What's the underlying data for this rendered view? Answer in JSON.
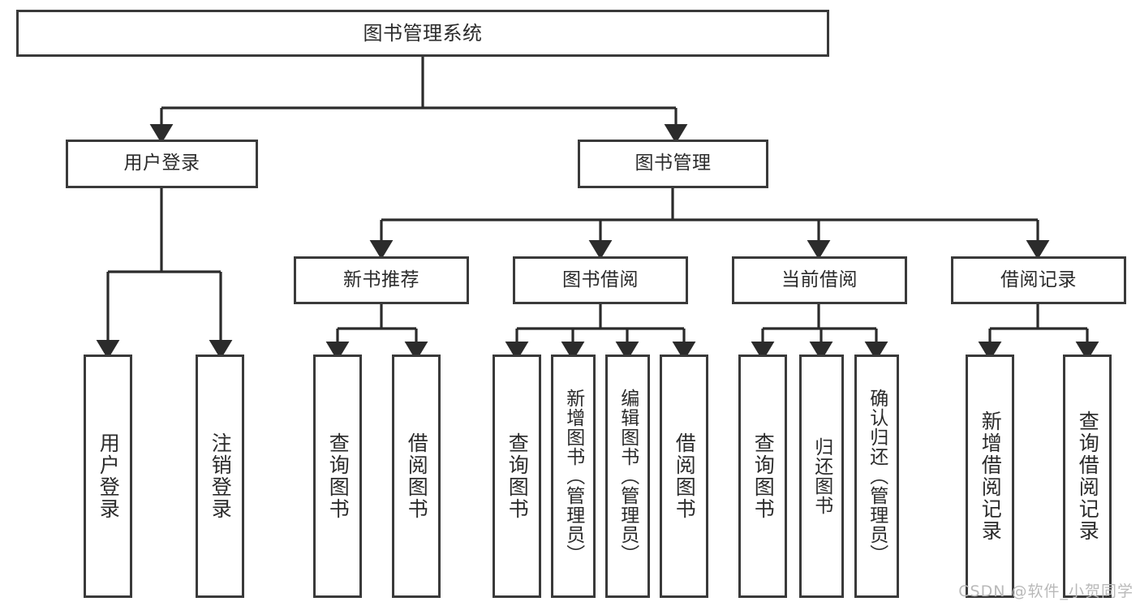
{
  "diagram": {
    "type": "tree",
    "title": "图书管理系统",
    "watermark": "CSDN @软件_小贺同学",
    "colors": {
      "box_border": "#3a3a3a",
      "box_fill": "#ffffff",
      "connector": "#2b2b2b",
      "watermark": "#b9b9b9",
      "background": "#ffffff"
    },
    "levels": {
      "root": {
        "label": "图书管理系统"
      },
      "level2": [
        {
          "label": "用户登录"
        },
        {
          "label": "图书管理"
        }
      ],
      "level3": [
        {
          "label": "新书推荐"
        },
        {
          "label": "图书借阅"
        },
        {
          "label": "当前借阅"
        },
        {
          "label": "借阅记录"
        }
      ],
      "leaves": {
        "user_login": [
          {
            "label": "用户登录"
          },
          {
            "label": "注销登录"
          }
        ],
        "new_book_recommend": [
          {
            "label": "查询图书"
          },
          {
            "label": "借阅图书"
          }
        ],
        "book_borrow": [
          {
            "label": "查询图书"
          },
          {
            "label": "新增图书（管理员）"
          },
          {
            "label": "编辑图书（管理员）"
          },
          {
            "label": "借阅图书"
          }
        ],
        "current_borrow": [
          {
            "label": "查询图书"
          },
          {
            "label": "归还图书"
          },
          {
            "label": "确认归还（管理员）"
          }
        ],
        "borrow_record": [
          {
            "label": "新增借阅记录"
          },
          {
            "label": "查询借阅记录"
          }
        ]
      }
    }
  }
}
